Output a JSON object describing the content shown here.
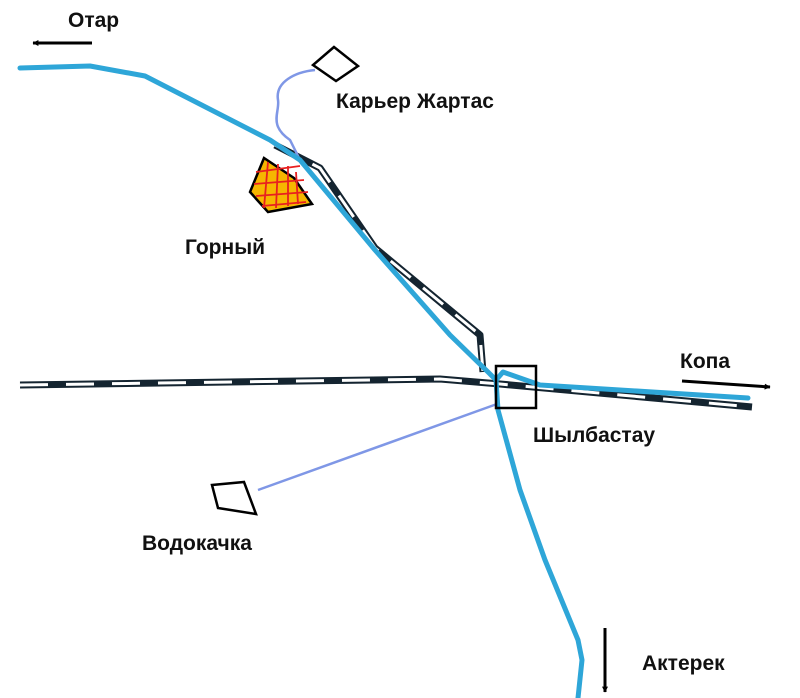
{
  "labels": {
    "otar": "Отар",
    "karier": "Карьер Жартас",
    "gorny": "Горный",
    "kopa": "Копа",
    "shylbastau": "Шылбастау",
    "vodokachka": "Водокачка",
    "akterek": "Актерек"
  },
  "colors": {
    "road": "#2ea6d8",
    "minor_road": "#7f97e6",
    "railway": "#142430",
    "rail_dash": "#ffffff",
    "settlement_fill": "#f6b600",
    "settlement_grid": "#e82020",
    "outline": "#000000",
    "arrow": "#000000"
  },
  "icons": {
    "direction_arrow": "arrow-icon",
    "settlement": "settlement-icon",
    "station": "station-icon",
    "quarry": "quarry-icon",
    "water_tower": "water-tower-icon"
  }
}
